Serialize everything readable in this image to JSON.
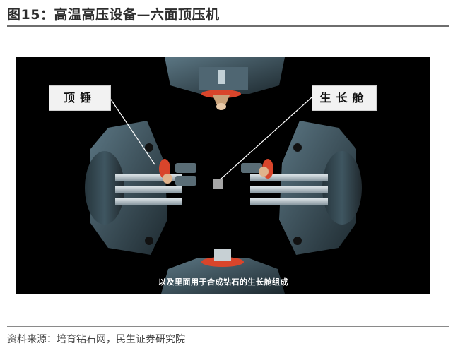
{
  "figure": {
    "title": "图15：高温高压设备—六面顶压机",
    "source": "资料来源：培育钻石网，民生证券研究院"
  },
  "photo": {
    "label_anvil": "顶锤",
    "label_cell": "生长舱",
    "subtitle": "以及里面用于合成钻石的生长舱组成"
  },
  "colors": {
    "rule": "#6e6e6e",
    "metal_dark": "#2e3f47",
    "metal_light": "#6f8c99",
    "anvil_ring": "#d9452b",
    "background": "#000000"
  }
}
